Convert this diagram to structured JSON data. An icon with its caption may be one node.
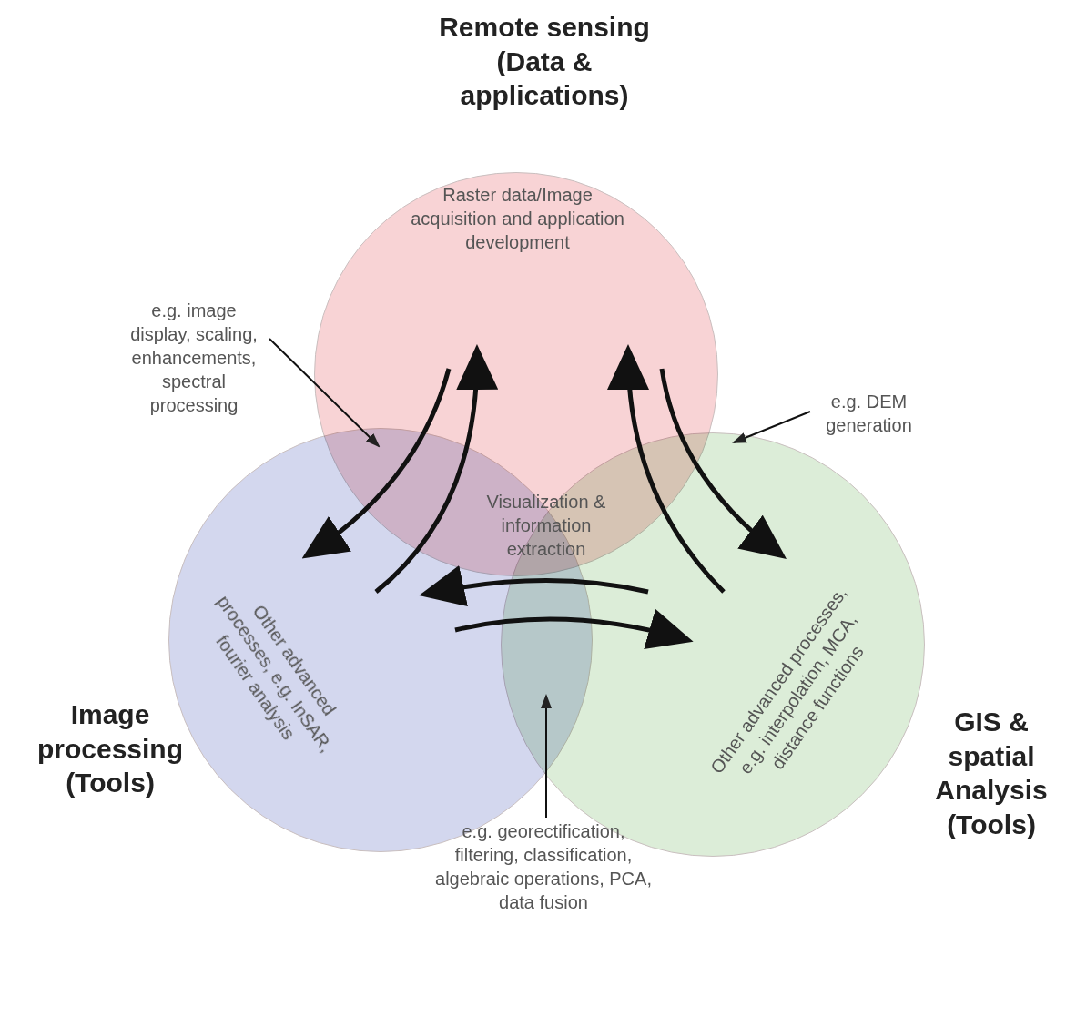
{
  "diagram": {
    "nodes": [
      {
        "text": [
          "Remote sensing (Data & applications)",
          "Raster data/Image acquisition and application development"
        ]
      },
      {
        "text": [
          "Image processing (Tools)",
          "Other advanced processes, e.g. InSAR, fourier analysis"
        ]
      },
      {
        "text": [
          "GIS & spatial Analysis (Tools)",
          "Other advanced processes, e.g. interpolation, MCA, distance functions"
        ]
      },
      {
        "text": [
          "e.g. image display, scaling, enhancements, spectral processing"
        ]
      },
      {
        "text": [
          "e.g. DEM generation"
        ]
      },
      {
        "text": [
          "e.g. georectification, filtering, classification, algebraic operations, PCA, data fusion"
        ]
      }
    ],
    "edges": [
      {
        "from": 0,
        "to": 1,
        "arrow": "to"
      },
      {
        "from": 1,
        "to": 0,
        "arrow": "to"
      },
      {
        "from": 2,
        "to": 0,
        "arrow": "to"
      },
      {
        "from": 0,
        "to": 2,
        "arrow": "to"
      },
      {
        "from": 2,
        "to": 1,
        "arrow": "to"
      },
      {
        "from": 1,
        "to": 2,
        "arrow": "to"
      },
      {
        "from": 3,
        "to": 0,
        "arrow": "to"
      },
      {
        "from": 4,
        "to": 0,
        "arrow": "to"
      },
      {
        "from": 5,
        "to": 1,
        "arrow": "to"
      }
    ],
    "labels": [
      "Visualization & information extraction"
    ]
  }
}
